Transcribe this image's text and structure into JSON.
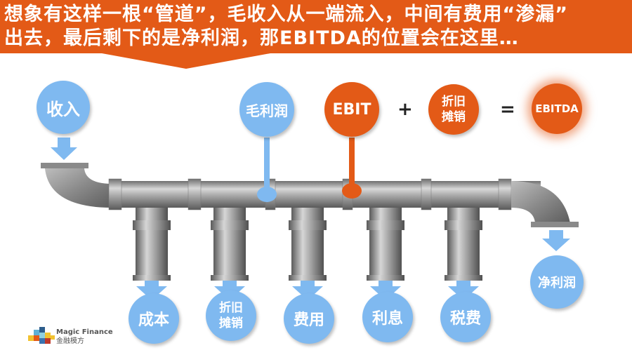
{
  "banner": {
    "line1": "想象有这样一根“管道”，毛收入从一端流入，中间有费用“渗漏”",
    "line2": "出去，最后剩下的是净利润，那EBITDA的位置会在这里…",
    "color": "#e35a17"
  },
  "top_nodes": {
    "income": "收入",
    "gross_profit": "毛利润",
    "ebit": "EBIT",
    "plus": "+",
    "da": "折旧\n摊销",
    "equals": "=",
    "ebitda": "EBITDA"
  },
  "outflows": [
    {
      "label": "成本"
    },
    {
      "label": "折旧\n摊销"
    },
    {
      "label": "费用"
    },
    {
      "label": "利息"
    },
    {
      "label": "税费"
    }
  ],
  "output_node": "净利润",
  "logo": {
    "name_en": "Magic Finance",
    "name_cn": "金融模方"
  },
  "colors": {
    "blue": "#7fb9f0",
    "orange": "#e35a17",
    "pipe": "#9a9a9a"
  }
}
